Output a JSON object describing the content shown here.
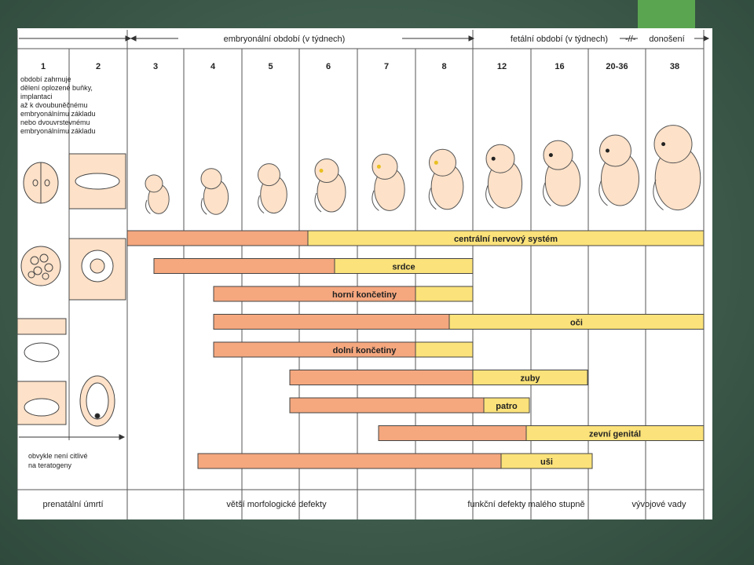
{
  "colors": {
    "orange": "#f5a77e",
    "yellow": "#fbe27a",
    "grid": "#555555",
    "skin": "#fde1c8"
  },
  "header": {
    "embryonic": "embryonální období (v týdnech)",
    "fetal": "fetální období (v týdnech)",
    "term": "donošení"
  },
  "weeks": [
    "1",
    "2",
    "3",
    "4",
    "5",
    "6",
    "7",
    "8",
    "12",
    "16",
    "20-36",
    "38"
  ],
  "early_note": [
    "období zahrnuje",
    "dělení oplozené buňky,",
    "implantaci",
    "až k dvoubuněčnému",
    "embryonálnímu základu",
    "nebo dvouvrstevnému",
    "embryonálnímu základu"
  ],
  "teratogen_note": [
    "obvykle není citlivé",
    "na teratogeny"
  ],
  "bars": [
    {
      "label": "centrální nervový systém",
      "start_week": "3",
      "peak_end_week": "6",
      "end_week": "38"
    },
    {
      "label": "srdce",
      "start_week": "3",
      "peak_end_week": "6",
      "end_week": "8"
    },
    {
      "label": "horní končetiny",
      "start_week": "4",
      "peak_end_week": "7",
      "end_week": "8"
    },
    {
      "label": "oči",
      "start_week": "4",
      "peak_end_week": "8",
      "end_week": "38"
    },
    {
      "label": "dolní končetiny",
      "start_week": "4",
      "peak_end_week": "7",
      "end_week": "8"
    },
    {
      "label": "zuby",
      "start_week": "5",
      "peak_end_week": "8",
      "end_week": "16"
    },
    {
      "label": "patro",
      "start_week": "5",
      "peak_end_week": "12",
      "end_week": "12"
    },
    {
      "label": "zevní genitál",
      "start_week": "7",
      "peak_end_week": "12",
      "end_week": "38"
    },
    {
      "label": "uši",
      "start_week": "4",
      "peak_end_week": "12",
      "end_week": "16"
    }
  ],
  "footer": {
    "prenatal": "prenatální úmrtí",
    "major": "větší morfologické defekty",
    "functional": "funkční defekty malého stupně",
    "developmental": "vývojové vady"
  }
}
